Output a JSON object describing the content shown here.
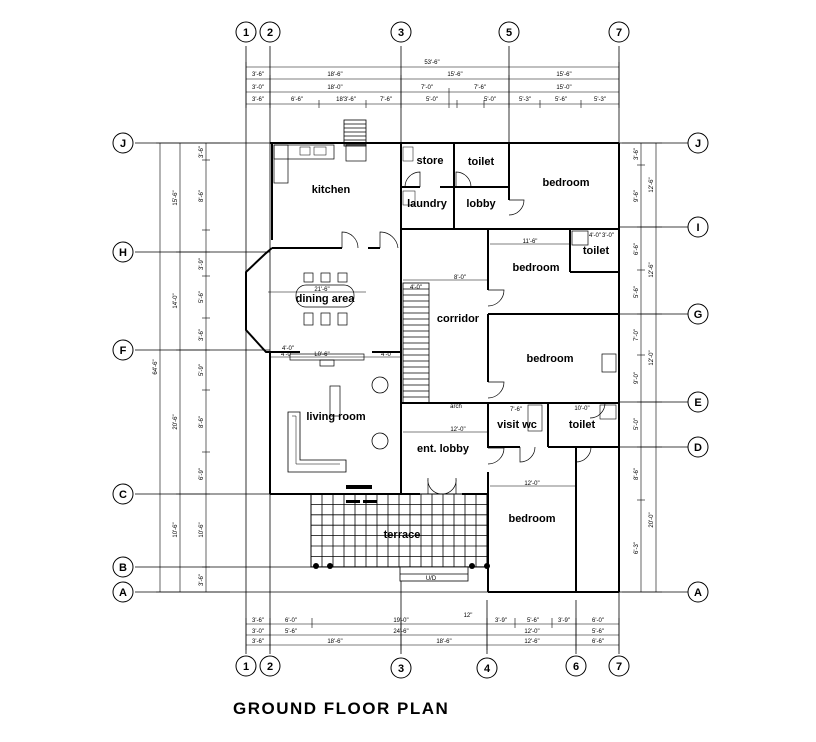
{
  "title": "GROUND FLOOR PLAN",
  "grid": {
    "columns": [
      "1",
      "2",
      "3",
      "4",
      "5",
      "6",
      "7"
    ],
    "rows": [
      "J",
      "I",
      "H",
      "G",
      "F",
      "E",
      "D",
      "C",
      "B",
      "A"
    ]
  },
  "rooms": {
    "kitchen": "kitchen",
    "store": "store",
    "toilet_top": "toilet",
    "bedroom_top": "bedroom",
    "laundry": "laundry",
    "lobby": "lobby",
    "toilet_right": "toilet",
    "bedroom_2": "bedroom",
    "dining": "dining area",
    "corridor": "corridor",
    "bedroom_3": "bedroom",
    "living": "living room",
    "arch": "arch",
    "visit_wc": "visit wc",
    "toilet_mid": "toilet",
    "ent_lobby": "ent. lobby",
    "bedroom_bottom": "bedroom",
    "terrace": "terrace"
  },
  "dims": {
    "top_overall": "53'-6\"",
    "top_r2": [
      "3'-6\"",
      "18'-6\"",
      "15'-6\"",
      "15'-6\""
    ],
    "top_r3": [
      "3'-0\"",
      "18'-0\"",
      "7'-0\"",
      "7'-6\"",
      "15'-0\""
    ],
    "top_r4": [
      "3'-6\"",
      "6'-6\"",
      "18'3'-6\"",
      "7'-6\"",
      "5'-0\"",
      "5'-0\"",
      "5'-3\"",
      "5'-6\"",
      "5'-3\""
    ],
    "bot_r1": [
      "3'-6\"",
      "6'-0\"",
      "19'-0\"",
      "12\"",
      "3'-9\"",
      "5'-6\"",
      "3'-9\"",
      "6'-0\""
    ],
    "bot_r2": [
      "3'-0\"",
      "5'-6\"",
      "24'-6\"",
      "12'-0\"",
      "5'-6\""
    ],
    "bot_r3": [
      "3'-6\"",
      "18'-6\"",
      "18'-6\"",
      "12'-6\"",
      "6'-6\""
    ],
    "left_overall": "64'-6\"",
    "left_outer": [
      "15'-6\"",
      "14'-0\"",
      "20'-6\"",
      "10'-6\""
    ],
    "left_inner": [
      "3'-6\"",
      "8'-6\"",
      "3'-9\"",
      "5'-6\"",
      "3'-6\"",
      "5'-9\"",
      "8'-6\"",
      "6'-9\"",
      "10'-6\"",
      "3'-6\""
    ],
    "right_inner": [
      "3'-6\"",
      "9'-6\"",
      "6'-6\"",
      "5'-6\"",
      "7'-0\"",
      "9'-0\"",
      "5'-0\"",
      "8'-6\"",
      "6'-3\""
    ],
    "right_outer": [
      "12'-6\"",
      "12'-6\"",
      "12'-0\"",
      "20'-0\""
    ],
    "interior": {
      "dining_w": "21'-6\"",
      "corridor_w": "8'-0\"",
      "bed2_w": "11'-6\"",
      "toilet2_w": "4'-0\"",
      "stair_w": "4'-0\"",
      "open_w": "12'-0\"",
      "vwc_w": "7'-6\"",
      "toilet3_w": "10'-0\"",
      "bedbot_w": "12'-0\"",
      "living_a": "4'-0\"",
      "living_b": "L0'-6\"",
      "living_c": "4'-0\""
    }
  },
  "small_notes": {
    "ledge_a": "4'-0\"",
    "ledge_b": "3'-0\"",
    "steps": "U/D"
  }
}
